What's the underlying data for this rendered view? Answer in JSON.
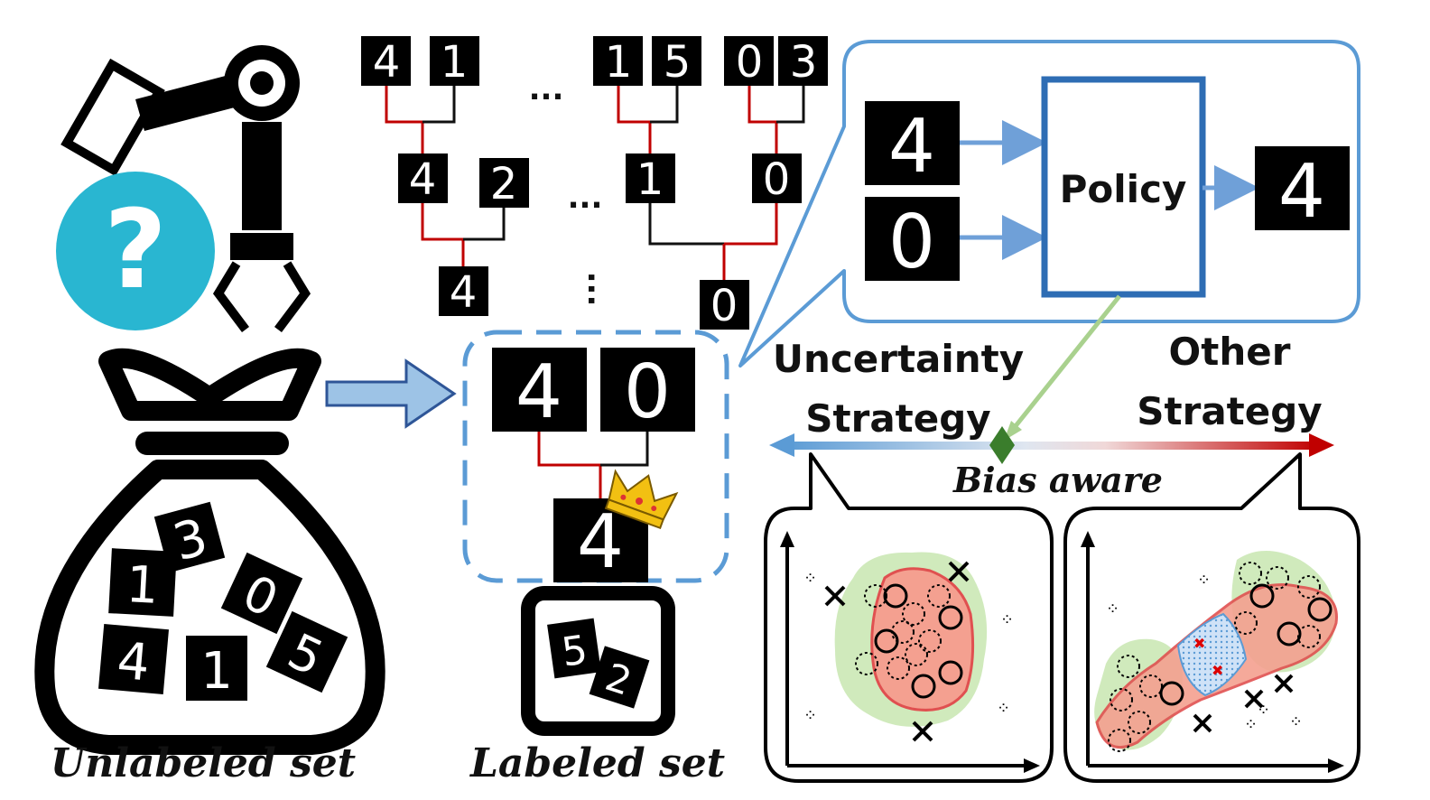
{
  "labels": {
    "unlabeled_set": "Unlabeled set",
    "labeled_set": "Labeled set",
    "policy": "Policy",
    "uncertainty_line1": "Uncertainty",
    "uncertainty_line2": "Strategy",
    "other_line1": "Other",
    "other_line2": "Strategy",
    "bias_aware": "Bias aware",
    "question_mark": "?",
    "ellipsis": "..."
  },
  "tournament": {
    "round1": [
      "4",
      "1",
      "1",
      "5",
      "0",
      "3"
    ],
    "round2": [
      "4",
      "2",
      "1",
      "0"
    ],
    "round3": [
      "4",
      "0"
    ]
  },
  "final_match": {
    "left": "4",
    "right": "0",
    "winner": "4"
  },
  "policy_panel": {
    "input_top": "4",
    "input_bottom": "0",
    "output": "4"
  },
  "bag_digits": [
    "3",
    "1",
    "0",
    "4",
    "1",
    "5"
  ],
  "labeled_box_digits": [
    "5",
    "2"
  ],
  "colors": {
    "winner_line": "#c00000",
    "loser_line": "#111111",
    "panel_border": "#6fa0d8",
    "policy_border": "#2e6db4",
    "arrow_blue": "#6fa0d8",
    "arrow_green": "#a9d18e",
    "gradient_left": "#5b9bd5",
    "gradient_right": "#c00000",
    "diamond": "#3a7d2c",
    "question_circle": "#29b6d1",
    "cluster_red": "#f4a090",
    "cluster_green": "#c8e6b0"
  },
  "icons": [
    "robot-arm-icon",
    "question-icon",
    "bag-icon",
    "crown-icon"
  ]
}
